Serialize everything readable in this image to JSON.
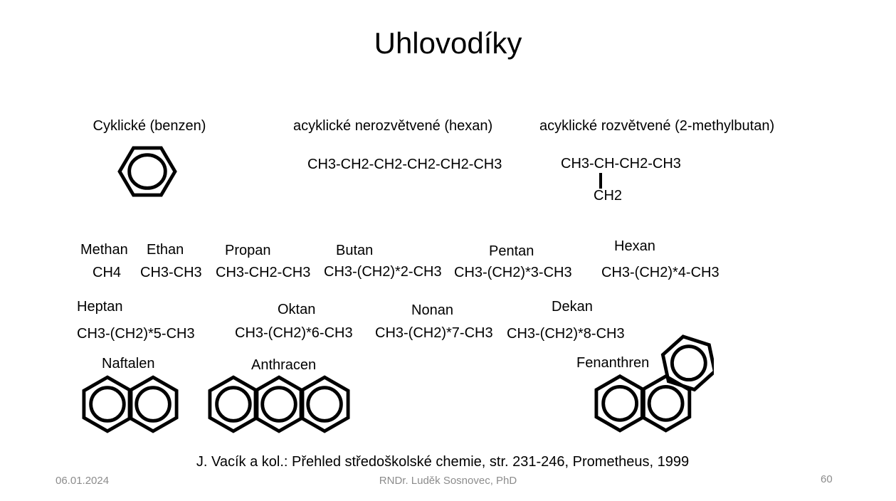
{
  "slide": {
    "title": "Uhlovodíky",
    "categories": [
      {
        "label": "Cyklické (benzen)",
        "structure_icon": "benzene-ring-icon"
      },
      {
        "label": "acyklické nerozvětvené (hexan)",
        "formula": "CH3-CH2-CH2-CH2-CH2-CH3"
      },
      {
        "label": "acyklické rozvětvené (2-methylbutan)",
        "formula_main": "CH3-CH-CH2-CH3",
        "formula_branch": "CH2"
      }
    ],
    "alkanes": [
      {
        "name": "Methan",
        "formula": "CH4"
      },
      {
        "name": "Ethan",
        "formula": "CH3-CH3"
      },
      {
        "name": "Propan",
        "formula": "CH3-CH2-CH3"
      },
      {
        "name": "Butan",
        "formula": "CH3-(CH2)*2-CH3"
      },
      {
        "name": "Pentan",
        "formula": "CH3-(CH2)*3-CH3"
      },
      {
        "name": "Hexan",
        "formula": "CH3-(CH2)*4-CH3"
      },
      {
        "name": "Heptan",
        "formula": "CH3-(CH2)*5-CH3"
      },
      {
        "name": "Oktan",
        "formula": "CH3-(CH2)*6-CH3"
      },
      {
        "name": "Nonan",
        "formula": "CH3-(CH2)*7-CH3"
      },
      {
        "name": "Dekan",
        "formula": "CH3-(CH2)*8-CH3"
      }
    ],
    "aromatics": [
      {
        "name": "Naftalen",
        "structure_icon": "naphthalene-structure-icon"
      },
      {
        "name": "Anthracen",
        "structure_icon": "anthracene-structure-icon"
      },
      {
        "name": "Fenanthren",
        "structure_icon": "phenanthrene-structure-icon"
      }
    ],
    "citation": "J. Vacík a kol.: Přehled středoškolské chemie, str. 231-246, Prometheus, 1999",
    "footer": {
      "date": "06.01.2024",
      "author": "RNDr. Luděk Sosnovec, PhD",
      "page_number": "60"
    },
    "colors": {
      "background": "#ffffff",
      "text": "#000000",
      "footer_text": "#8c8c8c"
    }
  }
}
